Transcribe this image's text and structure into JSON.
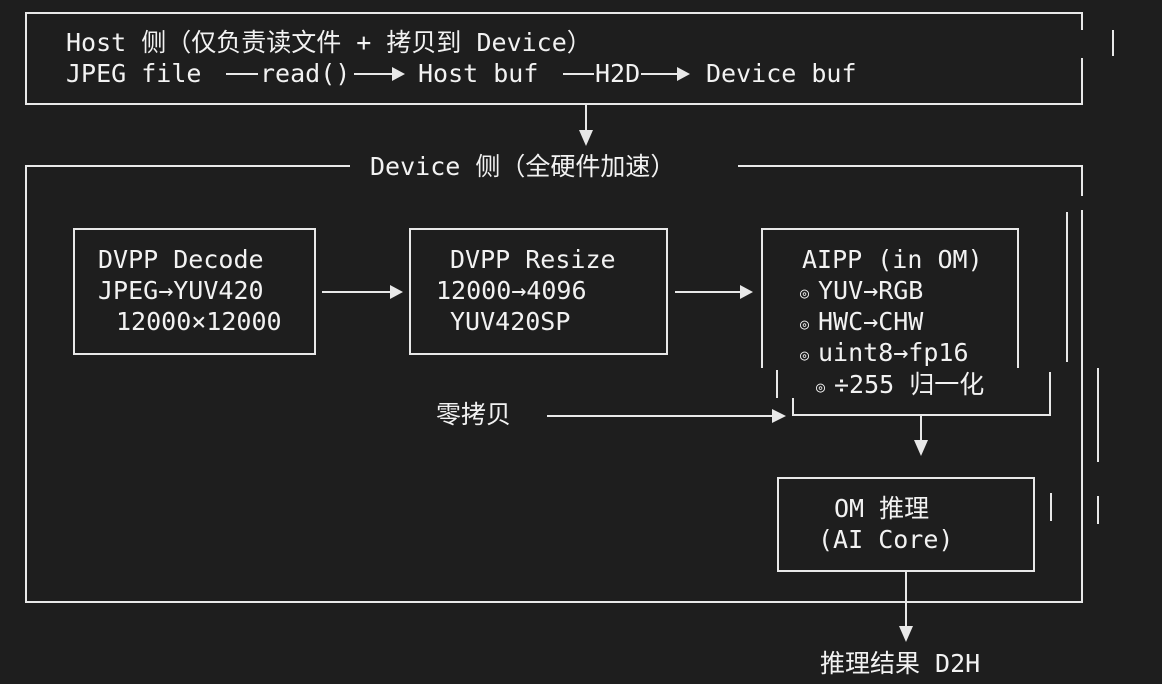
{
  "host": {
    "title": "Host 侧（仅负责读文件 + 拷贝到 Device）",
    "flow": {
      "jpeg_file": "JPEG file",
      "read": "read()",
      "host_buf": "Host buf",
      "h2d": "H2D",
      "device_buf": "Device buf"
    }
  },
  "device": {
    "title": "Device 侧（全硬件加速）",
    "decode": {
      "line1": "DVPP Decode",
      "line2": "JPEG→YUV420",
      "line3": "12000×12000"
    },
    "resize": {
      "line1": "DVPP Resize",
      "line2": "12000→4096",
      "line3": "YUV420SP"
    },
    "aipp": {
      "title": "AIPP (in OM)",
      "bullet": "◎",
      "items": [
        "YUV→RGB",
        "HWC→CHW",
        "uint8→fp16",
        "÷255 归一化"
      ]
    },
    "zero_copy": "零拷贝",
    "om": {
      "line1": "OM 推理",
      "line2": "(AI Core)"
    }
  },
  "result": "推理结果 D2H"
}
